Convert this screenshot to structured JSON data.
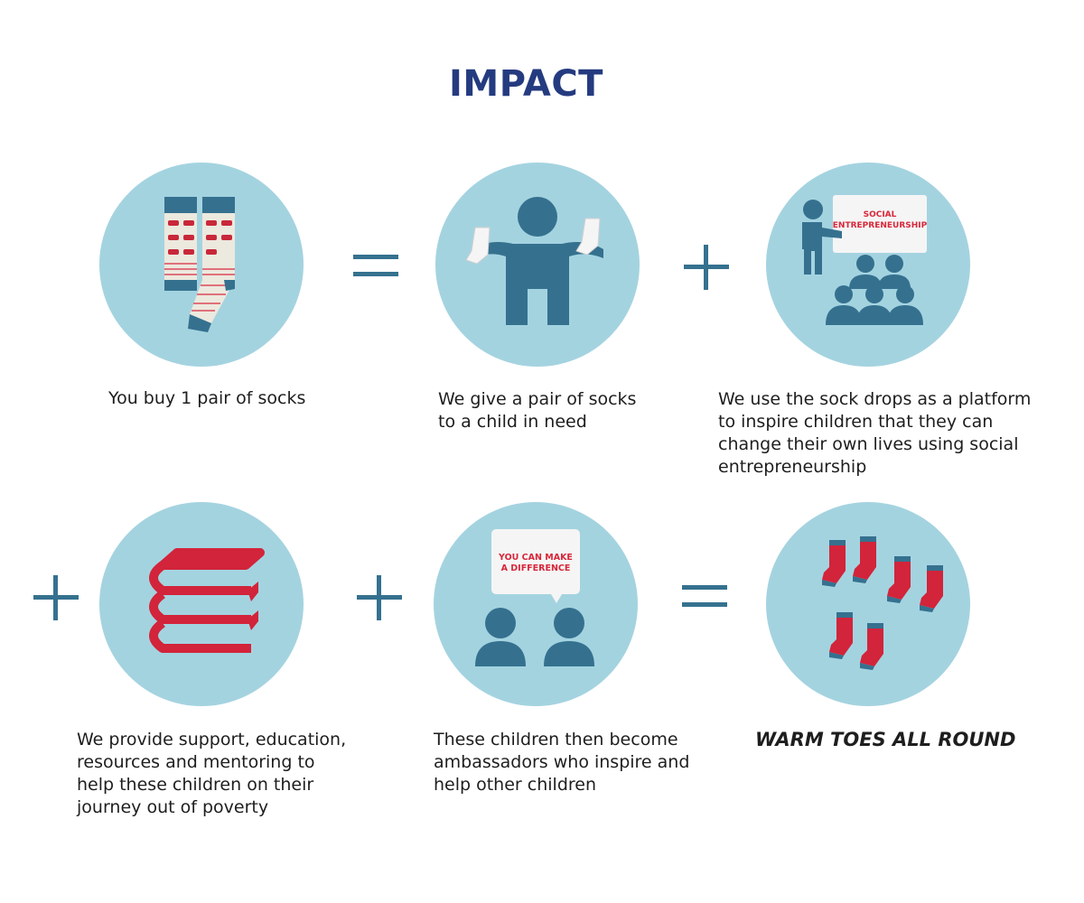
{
  "title": "IMPACT",
  "colors": {
    "title": "#253b80",
    "circle": "#a4d3e0",
    "icon_blue": "#35718f",
    "icon_red": "#d2243a",
    "operator": "#35718f"
  },
  "steps": [
    {
      "icon": "socks-icon",
      "caption": [
        "You buy 1 pair of socks"
      ]
    },
    {
      "icon": "child-holding-socks-icon",
      "caption": [
        "We give a pair of socks",
        "to a child in need"
      ]
    },
    {
      "icon": "presentation-icon",
      "icon_text": [
        "SOCIAL",
        "ENTREPRENEURSHIP"
      ],
      "caption": [
        "We use the sock drops as a platform",
        "to inspire children that they can",
        "change their own lives using social",
        "entrepreneurship"
      ]
    },
    {
      "icon": "books-icon",
      "caption": [
        "We provide support, education,",
        "resources and mentoring to",
        "help these children on their",
        "journey out of poverty"
      ]
    },
    {
      "icon": "speech-bubble-people-icon",
      "icon_text": [
        "YOU CAN MAKE",
        "A DIFFERENCE"
      ],
      "caption": [
        "These children then become",
        "ambassadors who inspire and",
        "help other children"
      ]
    },
    {
      "icon": "many-socks-icon",
      "caption": [
        "WARM TOES ALL ROUND"
      ]
    }
  ],
  "operators": [
    "=",
    "+",
    "+",
    "+",
    "="
  ]
}
